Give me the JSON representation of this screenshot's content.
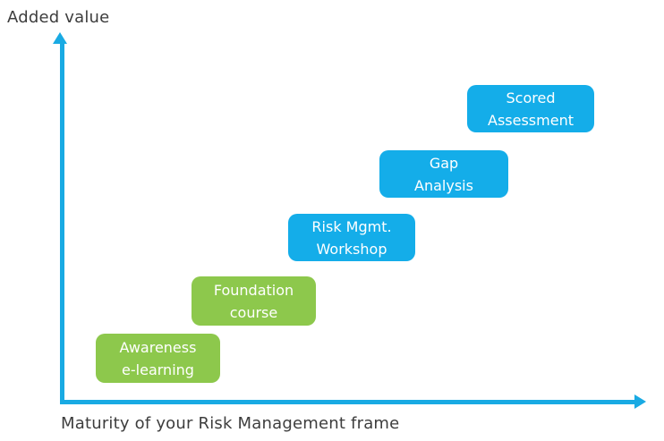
{
  "axes": {
    "y_label": "Added value",
    "x_label": "Maturity of your Risk Management frame",
    "axis_color": "#19aae3"
  },
  "colors": {
    "green_box": "#8dc84c",
    "blue_box": "#14ade9",
    "label_text": "#3d3d3d",
    "box_text": "#ffffff"
  },
  "steps": [
    {
      "line1": "Awareness",
      "line2": "e-learning",
      "color": "#8dc84c",
      "level": 1
    },
    {
      "line1": "Foundation",
      "line2": "course",
      "color": "#8dc84c",
      "level": 2
    },
    {
      "line1": "Risk Mgmt.",
      "line2": "Workshop",
      "color": "#14ade9",
      "level": 3
    },
    {
      "line1": "Gap",
      "line2": "Analysis",
      "color": "#14ade9",
      "level": 4
    },
    {
      "line1": "Scored",
      "line2": "Assessment",
      "color": "#14ade9",
      "level": 5
    }
  ]
}
